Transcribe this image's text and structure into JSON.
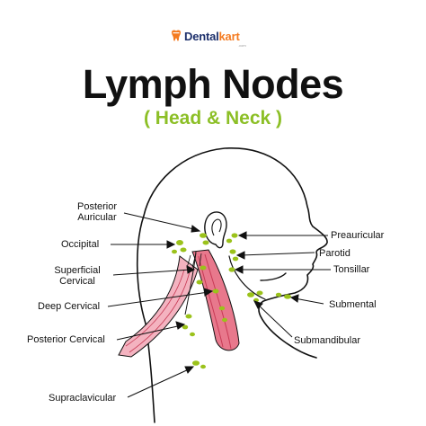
{
  "brand": {
    "name_part1": "Dental",
    "name_part2": "kart",
    "sub": ".com"
  },
  "title": "Lymph Nodes",
  "subtitle": "( Head & Neck )",
  "labels": {
    "posterior_auricular": [
      "Posterior",
      "Auricular"
    ],
    "occipital": "Occipital",
    "superficial_cervical": [
      "Superficial",
      "Cervical"
    ],
    "deep_cervical": "Deep Cervical",
    "posterior_cervical": "Posterior Cervical",
    "supraclavicular": "Supraclavicular",
    "preauricular": "Preauricular",
    "parotid": "Parotid",
    "tonsillar": "Tonsillar",
    "submental": "Submental",
    "submandibular": "Submandibular"
  },
  "colors": {
    "node": "#9bc21b",
    "muscle": "#e8788c",
    "muscle_dark": "#c73a55",
    "subtitle": "#8cbf26",
    "brand_blue": "#1c2f6b",
    "brand_orange": "#f47b20"
  }
}
